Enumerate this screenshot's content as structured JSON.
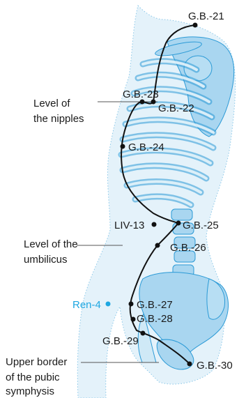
{
  "diagram": {
    "colors": {
      "body_fill": "#cfe9f6",
      "bone_fill": "#a9d6f0",
      "outline": "#2b9ad6",
      "stipple": "#7cc3ea",
      "channel_line": "#111111",
      "point": "#111111",
      "ren_point": "#1ea7e1"
    },
    "points": [
      {
        "id": "gb21",
        "label": "G.B.-21"
      },
      {
        "id": "gb22",
        "label": "G.B.-22"
      },
      {
        "id": "gb23",
        "label": "G.B.-23"
      },
      {
        "id": "gb24",
        "label": "G.B.-24"
      },
      {
        "id": "gb25",
        "label": "G.B.-25"
      },
      {
        "id": "gb26",
        "label": "G.B.-26"
      },
      {
        "id": "gb27",
        "label": "G.B.-27"
      },
      {
        "id": "gb28",
        "label": "G.B.-28"
      },
      {
        "id": "gb29",
        "label": "G.B.-29"
      },
      {
        "id": "gb30",
        "label": "G.B.-30"
      },
      {
        "id": "liv13",
        "label": "LIV-13"
      },
      {
        "id": "ren4",
        "label": "Ren-4"
      }
    ],
    "landmarks": {
      "nipples": [
        "Level of",
        "the nipples"
      ],
      "umbilicus": [
        "Level of the",
        "umbilicus"
      ],
      "pubic": [
        "Upper border",
        "of the pubic",
        "symphysis"
      ]
    }
  }
}
